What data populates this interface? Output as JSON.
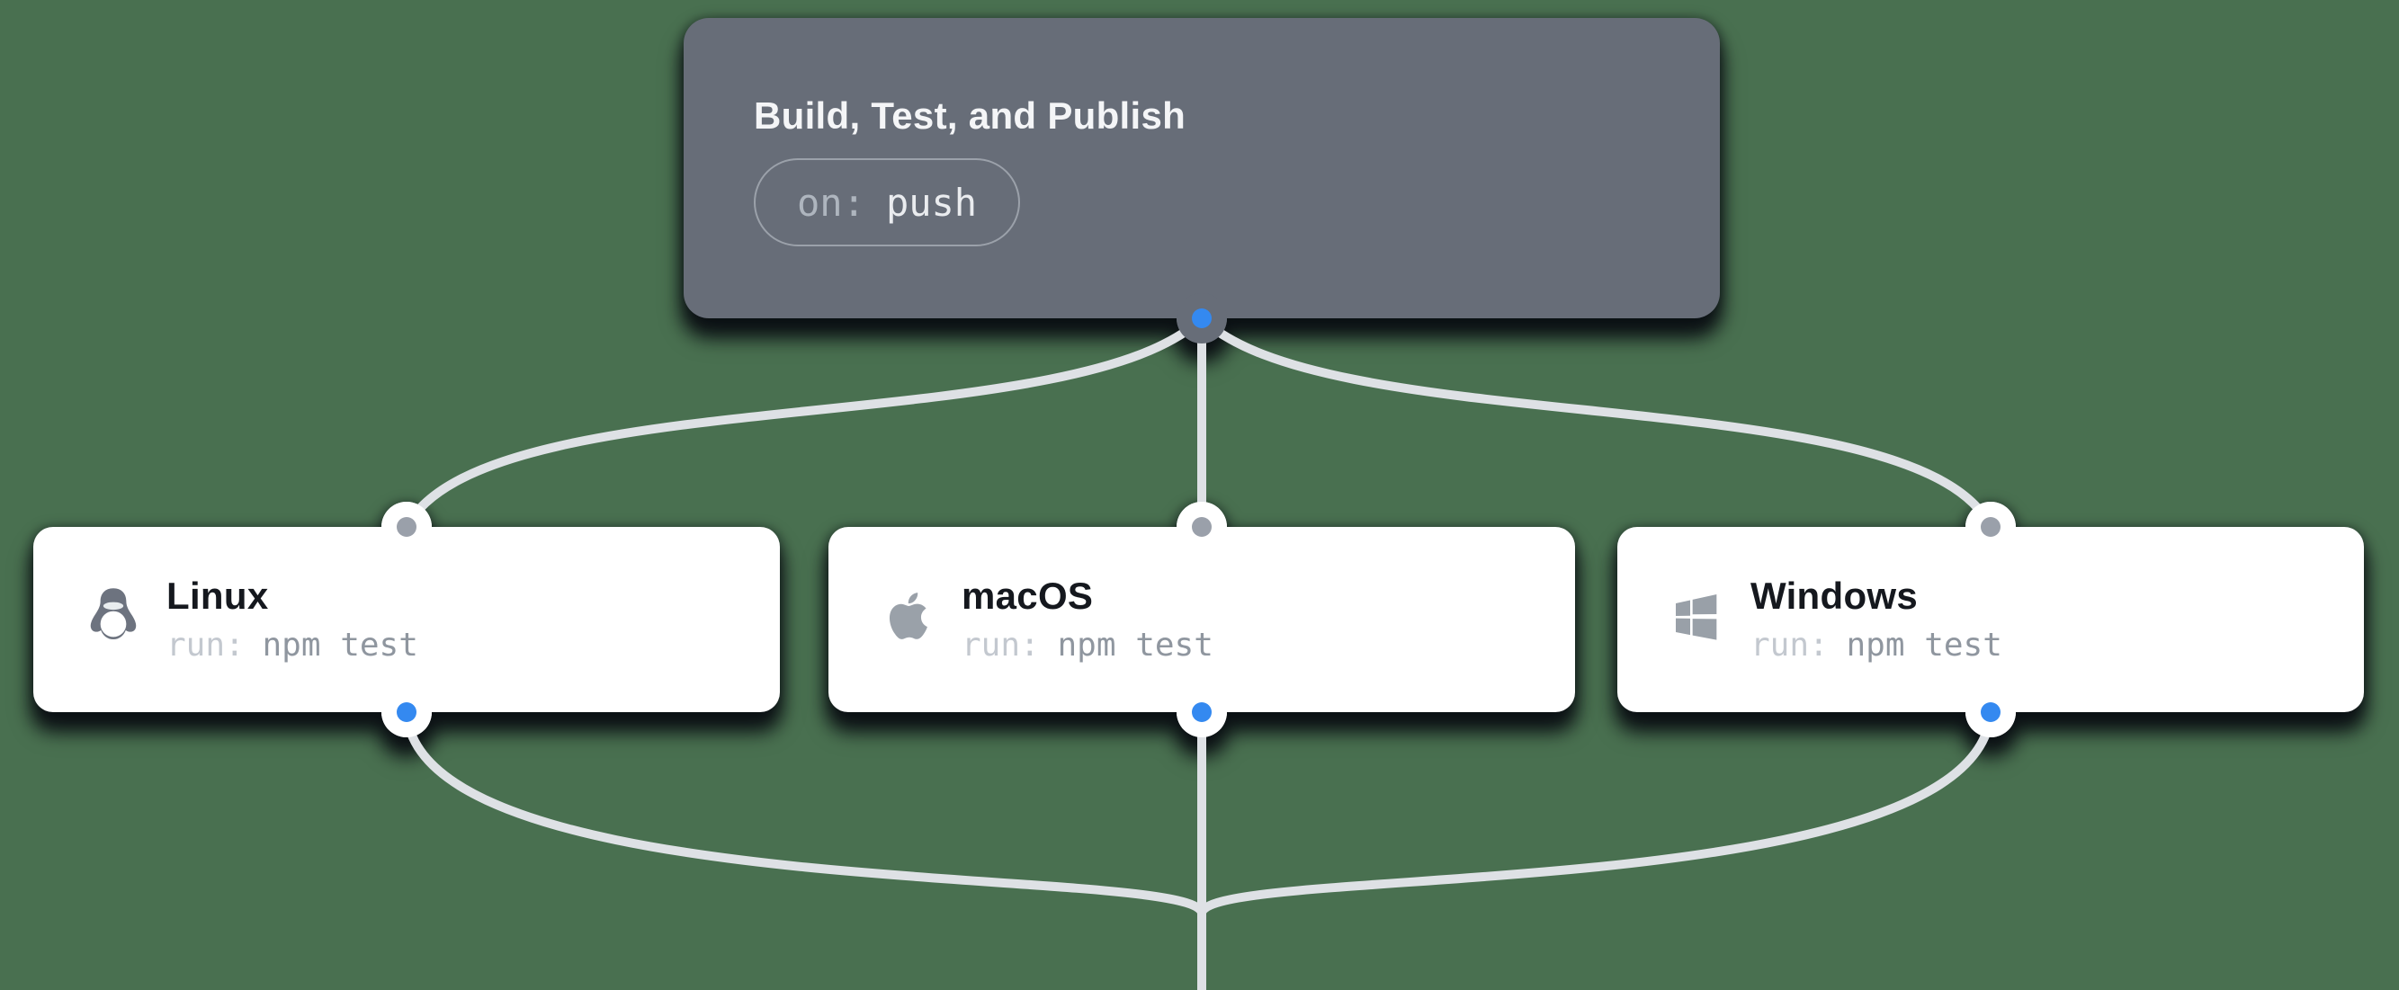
{
  "canvas": {
    "background_color": "#497050"
  },
  "workflow": {
    "trigger": {
      "title": "Build, Test, and Publish",
      "event_label": "on:",
      "event_value": "push"
    },
    "jobs": [
      {
        "title": "Linux",
        "icon": "linux-tux-icon",
        "run_label": "run:",
        "run_command": "npm test"
      },
      {
        "title": "macOS",
        "icon": "apple-icon",
        "run_label": "run:",
        "run_command": "npm test"
      },
      {
        "title": "Windows",
        "icon": "windows-icon",
        "run_label": "run:",
        "run_command": "npm test"
      }
    ],
    "colors": {
      "background": "#497050",
      "trigger_card": "#676D78",
      "job_card": "#FFFFFF",
      "edge": "#DEE1E5",
      "port_input_dot": "#9AA0AA",
      "port_output_dot": "#3489F0",
      "trigger_title": "#F4F5F7",
      "badge_label": "#AEB5BE",
      "badge_value": "#EAECEF",
      "badge_border": "#9BA1AA",
      "job_title": "#15181E",
      "run_label": "#C3C8CF",
      "run_command": "#8F969F",
      "icon_tux": "#6D737F",
      "icon_apple": "#9AA1A9",
      "icon_windows": "#99A0A8"
    }
  }
}
